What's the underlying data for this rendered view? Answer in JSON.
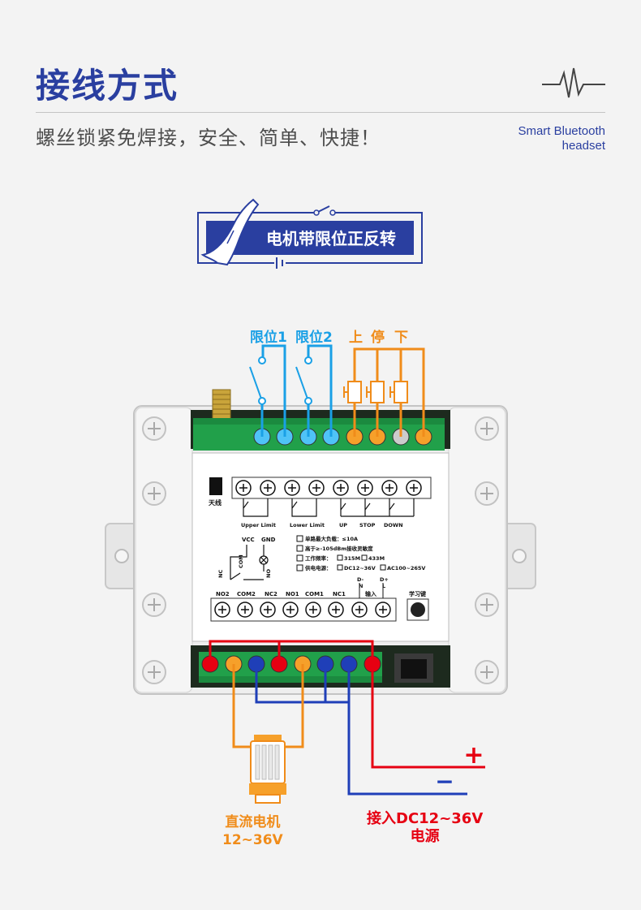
{
  "header": {
    "title": "接线方式",
    "subtitle": "螺丝锁紧免焊接，安全、简单、快捷！",
    "brand_line1": "Smart Bluetooth",
    "brand_line2": "headset"
  },
  "banner": {
    "label": "电机带限位正反转"
  },
  "top_labels": {
    "limit1": "限位1",
    "limit2": "限位2",
    "up": "上",
    "stop": "停",
    "down": "下"
  },
  "module": {
    "antenna_label": "天线",
    "limit_labels": [
      "Upper Limit",
      "Lower Limit"
    ],
    "button_labels": [
      "UP",
      "STOP",
      "DOWN"
    ],
    "vcc": "VCC",
    "gnd": "GND",
    "nc": "NC",
    "com": "COM",
    "no": "NO",
    "specs": [
      "单路最大负载：≤10A",
      "高于≥-105dBm接收灵敏度",
      "工作频率：",
      "供电电源："
    ],
    "freq_opts": [
      "315M",
      "433M"
    ],
    "power_opts": [
      "DC12~36V",
      "AC100~265V"
    ],
    "dc_labels": [
      "D-",
      "D+",
      "N",
      "L"
    ],
    "bottom_terms": [
      "NO2",
      "COM2",
      "NC2",
      "NO1",
      "COM1",
      "NC1",
      "输入"
    ],
    "learn_key": "学习键"
  },
  "bottom_labels": {
    "motor_line1": "直流电机",
    "motor_line2": "12~36V",
    "power_line1": "接入DC12~36V",
    "power_line2": "电源",
    "plus": "+",
    "minus": "−"
  },
  "colors": {
    "accent": "#2a3fa0",
    "blue_wire": "#1aa0e6",
    "orange_wire": "#f08c1a",
    "red_wire": "#e60012",
    "dark_blue_wire": "#1f3fb8"
  }
}
